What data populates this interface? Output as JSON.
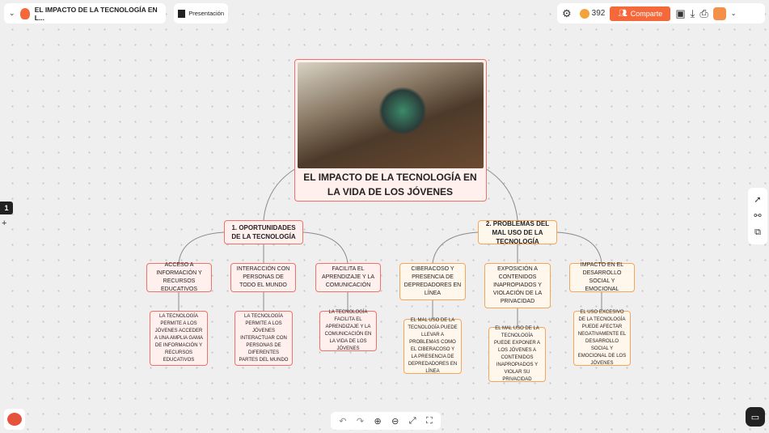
{
  "header": {
    "title": "EL IMPACTO DE LA TECNOLOGÍA EN L...",
    "presentation_label": "Presentación",
    "coins": "392",
    "share_label": "Comparte"
  },
  "accent": "#f4683a",
  "left": {
    "page_number": "1",
    "add_label": "+"
  },
  "map": {
    "root": {
      "title": "EL IMPACTO DE LA TECNOLOGÍA EN LA VIDA DE LOS JÓVENES"
    },
    "branches": [
      {
        "label": "1. OPORTUNIDADES DE LA TECNOLOGÍA",
        "children": [
          {
            "label": "ACCESO A INFORMACIÓN Y RECURSOS EDUCATIVOS",
            "detail": "LA TECNOLOGÍA PERMITE A LOS JÓVENES ACCEDER A UNA AMPLIA GAMA DE INFORMACIÓN Y RECURSOS EDUCATIVOS"
          },
          {
            "label": "INTERACCIÓN CON PERSONAS DE TODO EL MUNDO",
            "detail": "LA TECNOLOGÍA PERMITE A LOS JÓVENES INTERACTUAR CON PERSONAS DE DIFERENTES PARTES DEL MUNDO"
          },
          {
            "label": "FACILITA EL APRENDIZAJE Y LA COMUNICACIÓN",
            "detail": "LA TECNOLOGÍA FACILITA EL APRENDIZAJE Y LA COMUNICACIÓN EN LA VIDA DE LOS JÓVENES"
          }
        ]
      },
      {
        "label": "2. PROBLEMAS DEL MAL USO DE LA TECNOLOGÍA",
        "children": [
          {
            "label": "CIBERACOSO Y PRESENCIA DE DEPREDADORES EN LÍNEA",
            "detail": "EL MAL USO DE LA TECNOLOGÍA PUEDE LLEVAR A PROBLEMAS COMO EL CIBERACOSO Y LA PRESENCIA DE DEPREDADORES EN LÍNEA"
          },
          {
            "label": "EXPOSICIÓN A CONTENIDOS INAPROPIADOS Y VIOLACIÓN DE LA PRIVACIDAD",
            "detail": "EL MAL USO DE LA TECNOLOGÍA PUEDE EXPONER A LOS JÓVENES A CONTENIDOS INAPROPIADOS Y VIOLAR SU PRIVACIDAD"
          },
          {
            "label": "IMPACTO EN EL DESARROLLO SOCIAL Y EMOCIONAL",
            "detail": "EL USO EXCESIVO DE LA TECNOLOGÍA PUEDE AFECTAR NEGATIVAMENTE EL DESARROLLO SOCIAL Y EMOCIONAL DE LOS JÓVENES"
          }
        ]
      }
    ]
  }
}
